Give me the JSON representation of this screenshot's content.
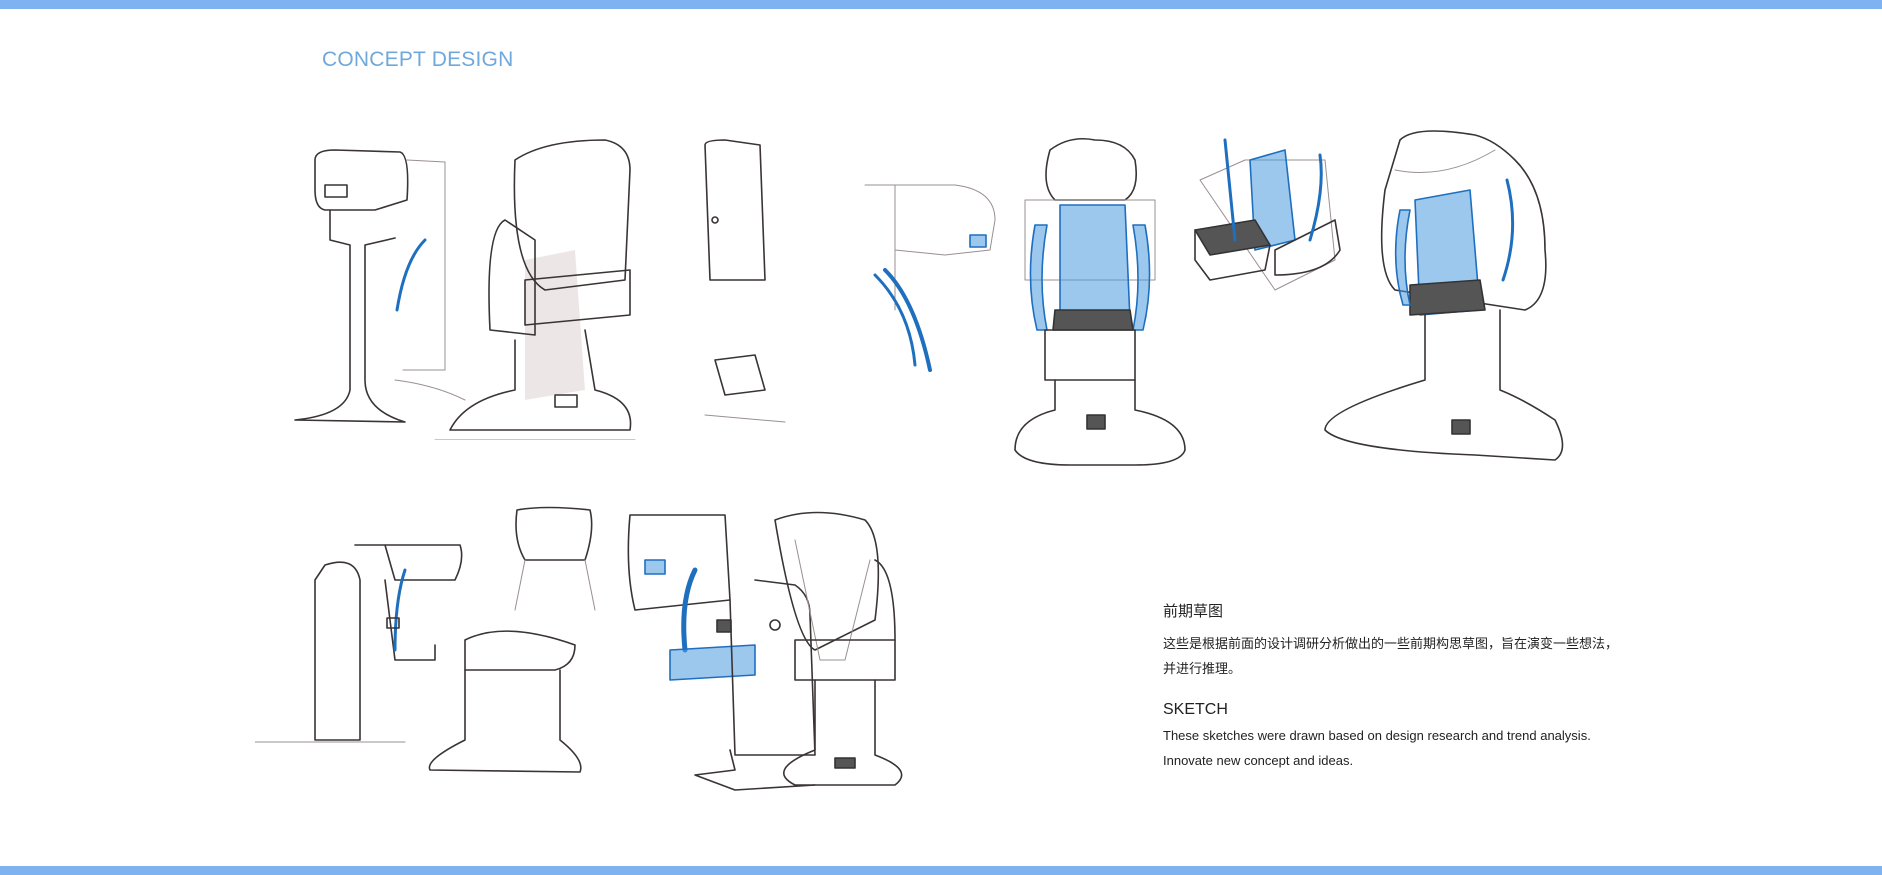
{
  "header": {
    "title": "CONCEPT DESIGN"
  },
  "description": {
    "cn_heading": "前期草图",
    "cn_line1": "这些是根据前面的设计调研分析做出的一些前期构思草图，旨在演变一些想法，",
    "cn_line2": "并进行推理。",
    "en_heading": "SKETCH",
    "en_line1": "These sketches were drawn based on design research and trend analysis.",
    "en_line2": "Innovate new concept and ideas."
  },
  "colors": {
    "accent": "#7fb2f0",
    "title": "#6fa8dc",
    "sketch_blue": "#4a9be0"
  }
}
